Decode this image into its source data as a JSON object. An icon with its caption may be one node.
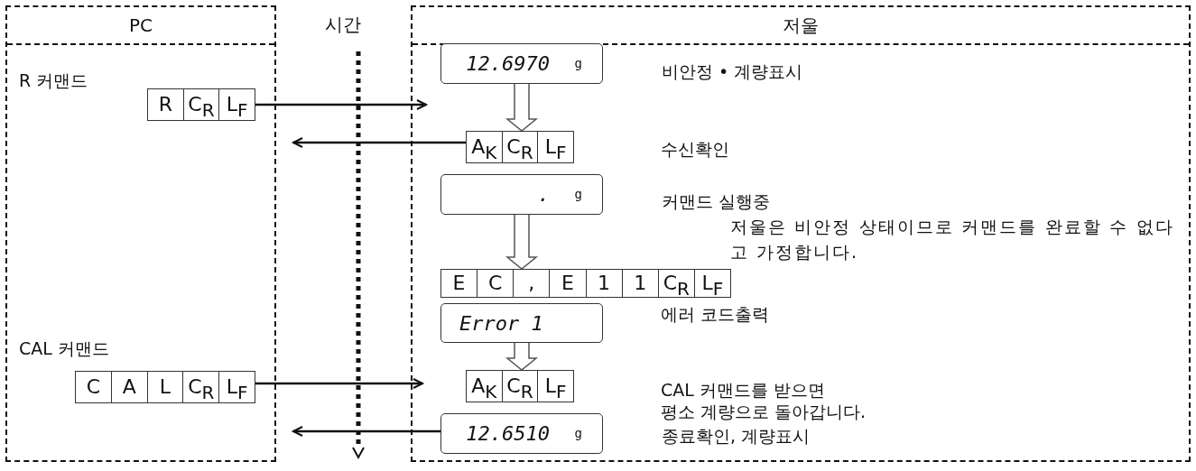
{
  "diagram": {
    "nodes": [
      {
        "text": [
          "PC"
        ]
      },
      {
        "text": [
          "저울"
        ]
      },
      {
        "text": [
          "R",
          "C$_{R}$",
          "L$_{F}$"
        ],
        "in": 0,
        "beside": [
          "R 커맨드"
        ]
      },
      {
        "text": [
          "C",
          "A",
          "L",
          "C$_{R}$",
          "L$_{F}$"
        ],
        "in": 0,
        "beside": [
          "CAL 커맨드"
        ]
      },
      {
        "text": [
          "12.6970",
          "g"
        ],
        "in": 1,
        "beside": [
          "비안정 • 계량표시"
        ]
      },
      {
        "text": [
          "A$_{K}$",
          "C$_{R}$",
          "L$_{F}$"
        ],
        "in": 1
      },
      {
        "text": [
          ".",
          "g"
        ],
        "in": 1,
        "beside": [
          "커맨드 실행중",
          "저울은 비안정 상태이므로 커맨드를 완료할 수 없다고 가정합니다."
        ]
      },
      {
        "text": [
          "E",
          "C",
          ",",
          "E",
          "1",
          "1",
          "C$_{R}$",
          "L$_{F}$"
        ],
        "in": 1
      },
      {
        "text": [
          "Error 1"
        ],
        "in": 1
      },
      {
        "text": [
          "A$_{K}$",
          "C$_{R}$",
          "L$_{F}$"
        ],
        "in": 1
      },
      {
        "text": [
          "12.6510",
          "g"
        ],
        "in": 1,
        "beside": [
          "종료확인, 계량표시"
        ]
      }
    ],
    "edges": [
      {
        "from": 2,
        "to": 1,
        "arrow": "to"
      },
      {
        "from": 4,
        "to": 5,
        "arrow": "to",
        "style": "thick"
      },
      {
        "from": 5,
        "to": 0,
        "arrow": "to"
      },
      {
        "from": 6,
        "to": 7,
        "arrow": "to",
        "style": "thick"
      },
      {
        "from": 8,
        "to": 9,
        "arrow": "to",
        "style": "thick"
      },
      {
        "from": 3,
        "to": 1,
        "arrow": "to"
      },
      {
        "from": 10,
        "to": 0,
        "arrow": "to"
      }
    ],
    "labels": [
      "시간",
      "수신확인",
      "에러 코드출력",
      "CAL 커맨드를 받으면 평소 계량으로 돌아갑니다."
    ]
  }
}
